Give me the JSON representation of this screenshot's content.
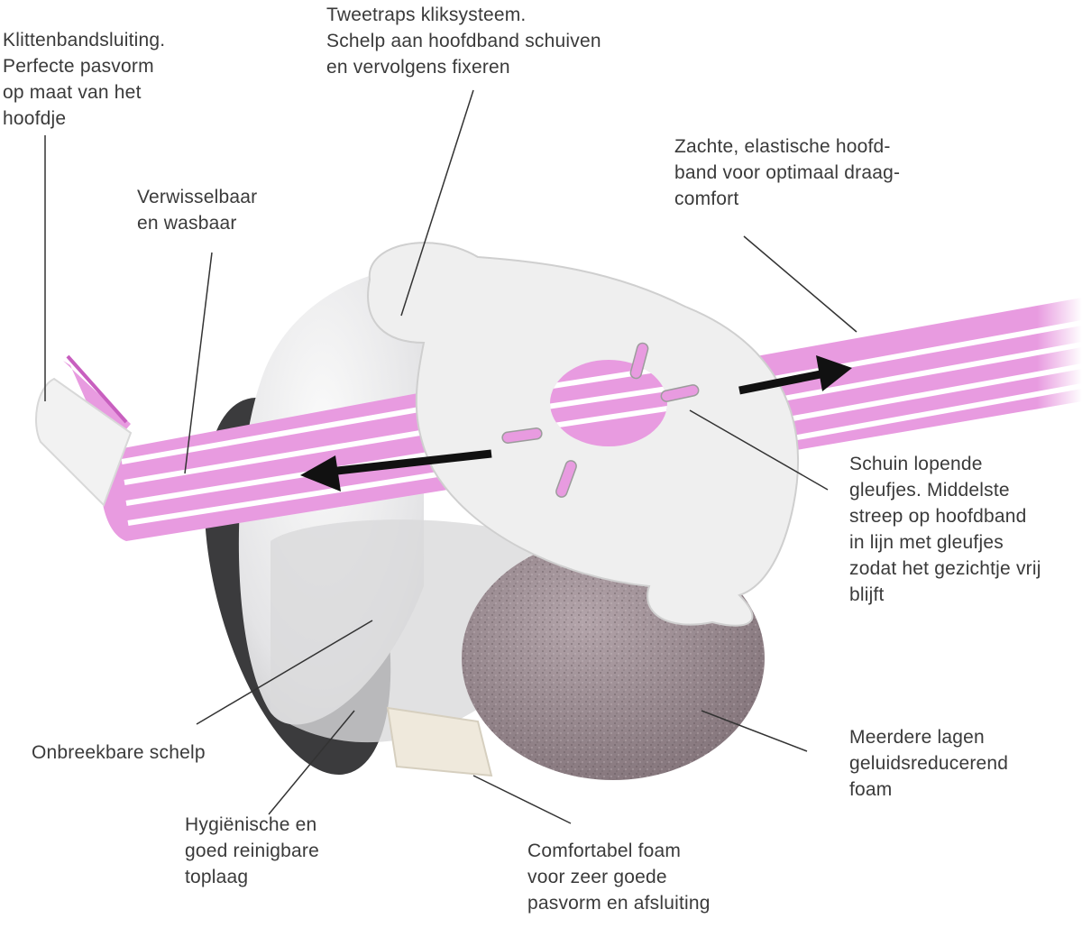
{
  "colors": {
    "band_pink": "#e89be0",
    "band_stripe": "#ffffff",
    "shell": "#e9e9ea",
    "shell_shadow": "#c9c9cb",
    "dark_ring": "#3b3b3d",
    "foam_gray": "#9a8a90",
    "foam_cream": "#efe9dc",
    "arrow": "#111111",
    "leader_line": "#333333",
    "text": "#3a3a3a"
  },
  "labels": {
    "klittenband": [
      "Klittenbandsluiting.",
      "Perfecte pasvorm",
      "op maat van het",
      "hoofdje"
    ],
    "tweetraps": [
      "Tweetraps kliksysteem.",
      "Schelp aan hoofdband schuiven",
      "en vervolgens fixeren"
    ],
    "verwisselbaar": [
      "Verwisselbaar",
      "en wasbaar"
    ],
    "zachte": [
      "Zachte, elastische hoofd-",
      "band voor optimaal draag-",
      "comfort"
    ],
    "schuin": [
      "Schuin lopende",
      "gleufjes. Middelste",
      "streep op hoofdband",
      "in lijn met gleufjes",
      "zodat het gezichtje vrij",
      "blijft"
    ],
    "onbreekbare": [
      "Onbreekbare schelp"
    ],
    "meerdere": [
      "Meerdere lagen",
      "geluidsreducerend",
      "foam"
    ],
    "hygienisch": [
      "Hygiënische en",
      "goed reinigbare",
      "toplaag"
    ],
    "comfortabel": [
      "Comfortabel foam",
      "voor zeer goede",
      "pasvorm en afsluiting"
    ]
  }
}
